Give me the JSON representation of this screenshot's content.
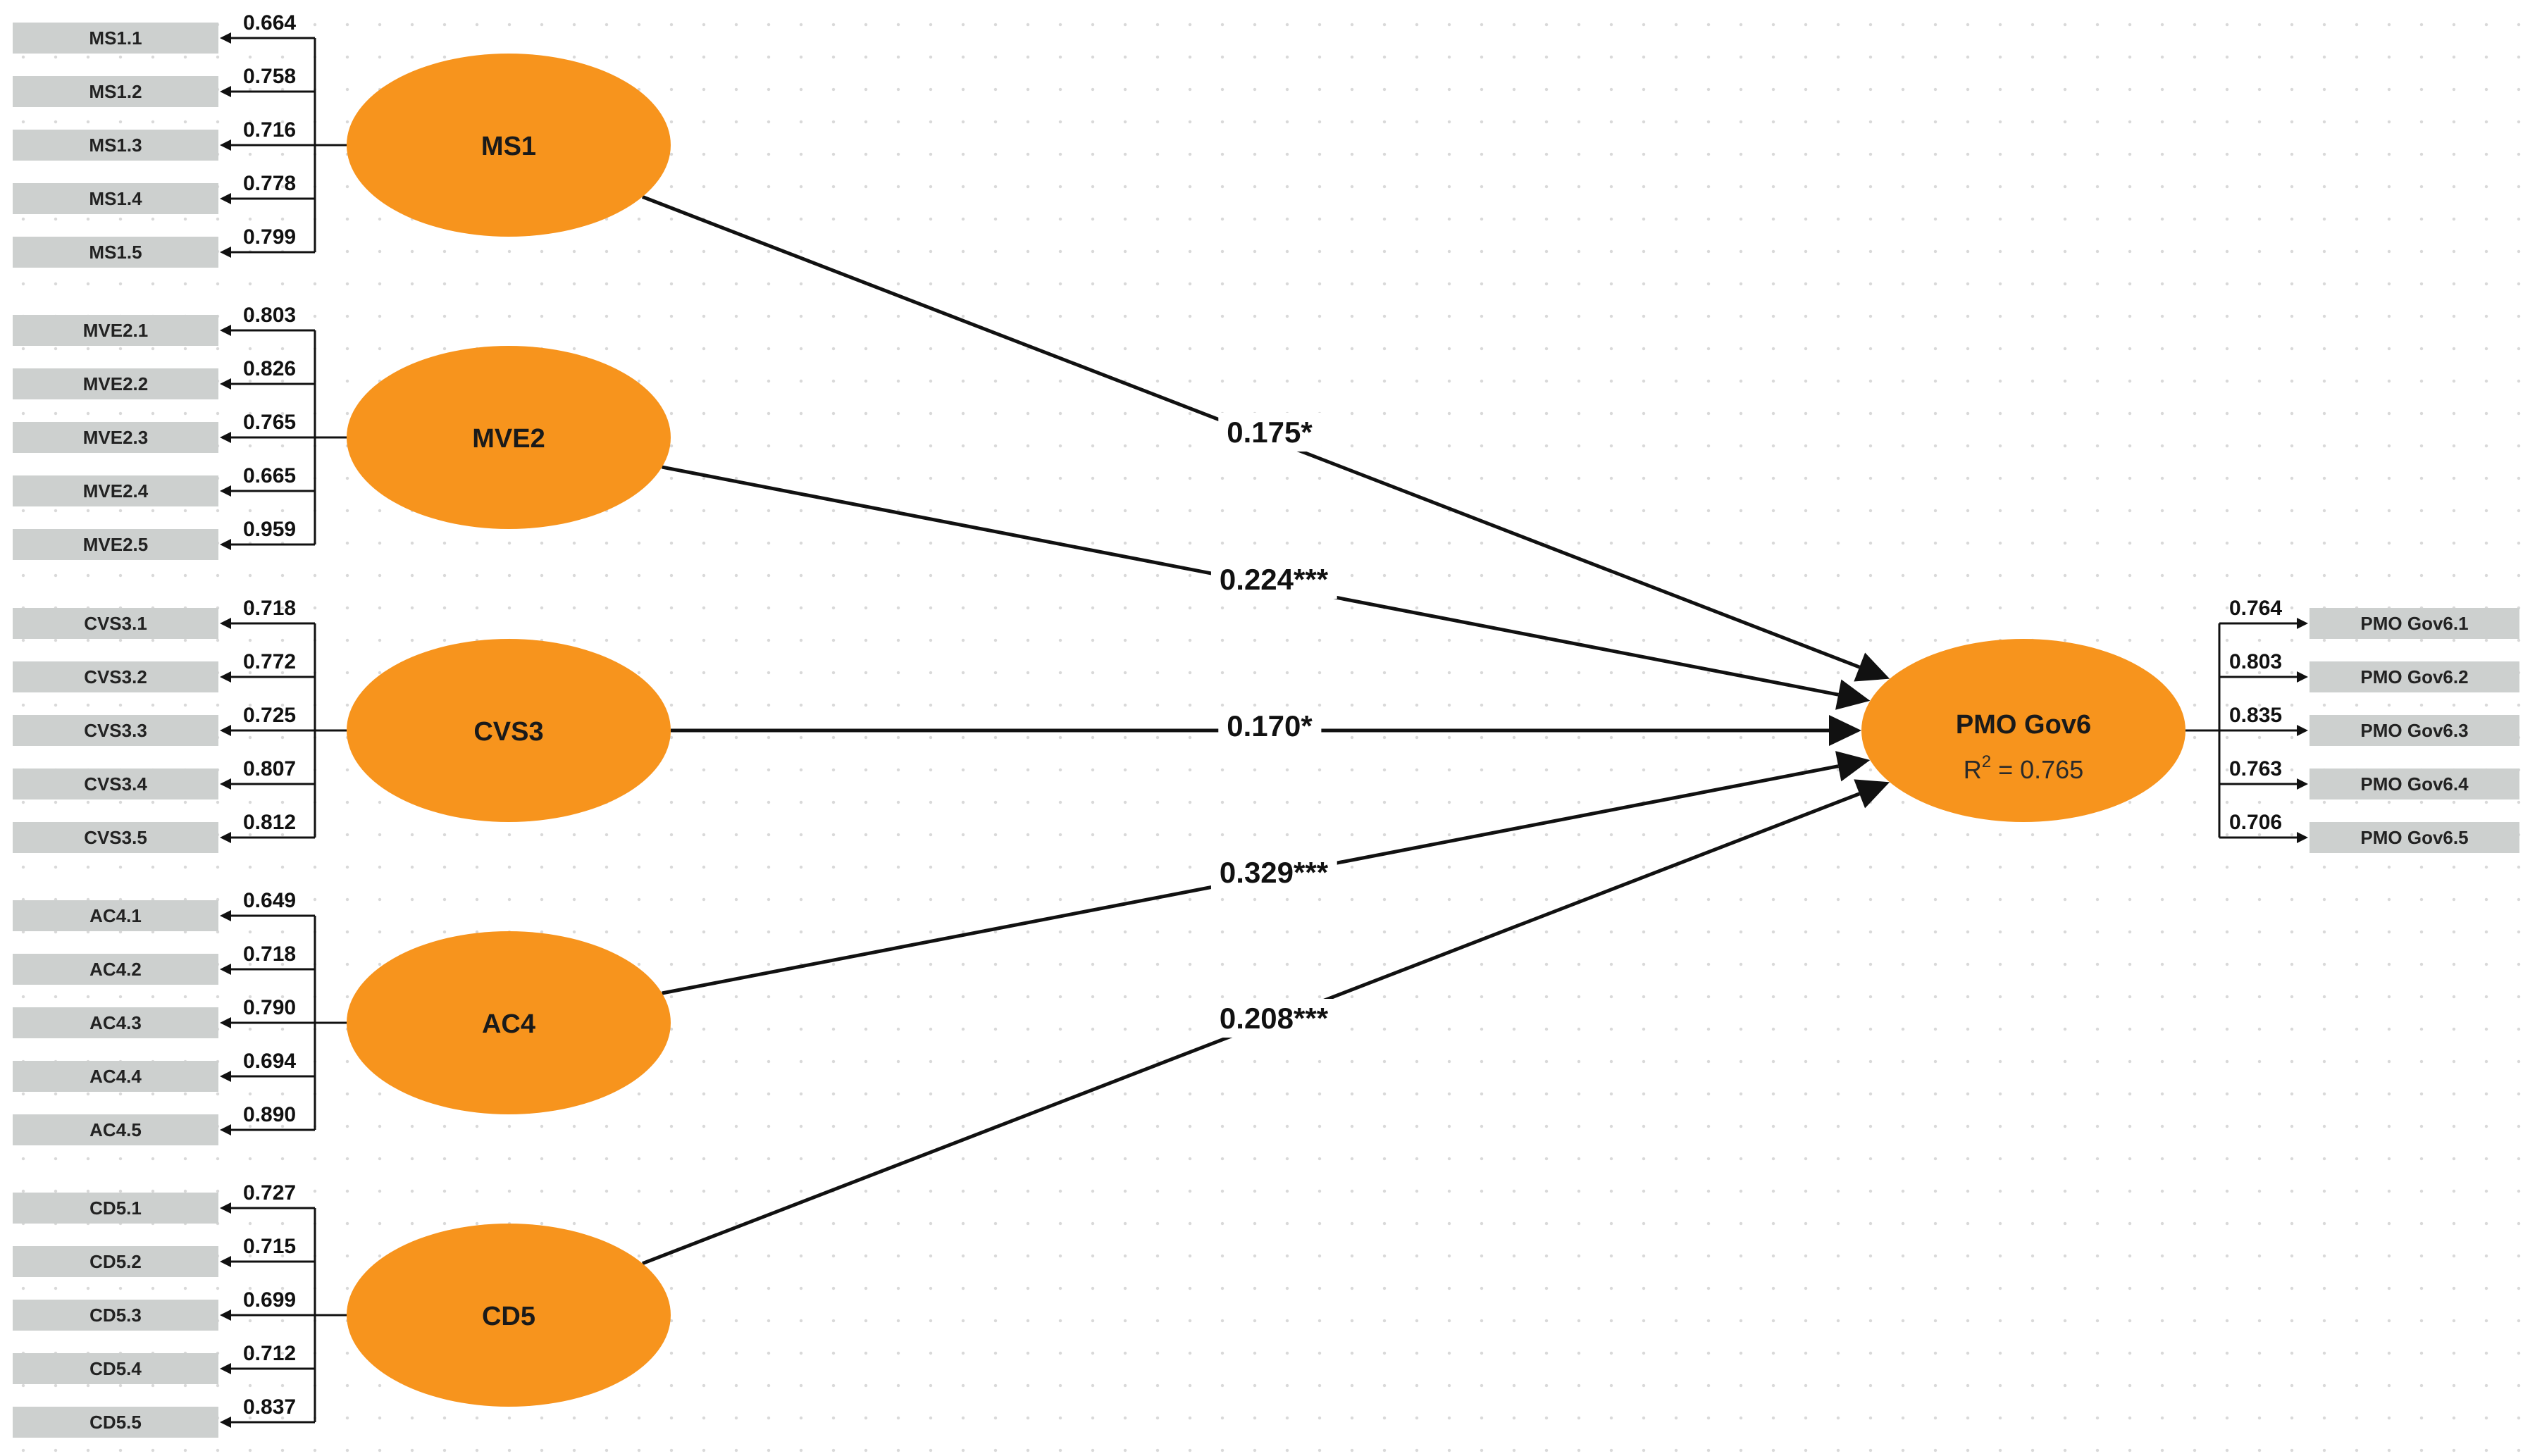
{
  "colors": {
    "construct_fill": "#f7941d",
    "indicator_fill": "#cdd0cf",
    "line": "#111111"
  },
  "exogenous": [
    {
      "name": "MS1",
      "indicators": [
        "MS1.1",
        "MS1.2",
        "MS1.3",
        "MS1.4",
        "MS1.5"
      ],
      "loadings": [
        "0.664",
        "0.758",
        "0.716",
        "0.778",
        "0.799"
      ],
      "path": "0.175*"
    },
    {
      "name": "MVE2",
      "indicators": [
        "MVE2.1",
        "MVE2.2",
        "MVE2.3",
        "MVE2.4",
        "MVE2.5"
      ],
      "loadings": [
        "0.803",
        "0.826",
        "0.765",
        "0.665",
        "0.959"
      ],
      "path": "0.224***"
    },
    {
      "name": "CVS3",
      "indicators": [
        "CVS3.1",
        "CVS3.2",
        "CVS3.3",
        "CVS3.4",
        "CVS3.5"
      ],
      "loadings": [
        "0.718",
        "0.772",
        "0.725",
        "0.807",
        "0.812"
      ],
      "path": "0.170*"
    },
    {
      "name": "AC4",
      "indicators": [
        "AC4.1",
        "AC4.2",
        "AC4.3",
        "AC4.4",
        "AC4.5"
      ],
      "loadings": [
        "0.649",
        "0.718",
        "0.790",
        "0.694",
        "0.890"
      ],
      "path": "0.329***"
    },
    {
      "name": "CD5",
      "indicators": [
        "CD5.1",
        "CD5.2",
        "CD5.3",
        "CD5.4",
        "CD5.5"
      ],
      "loadings": [
        "0.727",
        "0.715",
        "0.699",
        "0.712",
        "0.837"
      ],
      "path": "0.208***"
    }
  ],
  "endogenous": {
    "name": "PMO Gov6",
    "r2_label": "R",
    "r2_sup": "2",
    "r2_value": " = 0.765",
    "indicators": [
      "PMO Gov6.1",
      "PMO Gov6.2",
      "PMO Gov6.3",
      "PMO Gov6.4",
      "PMO Gov6.5"
    ],
    "loadings": [
      "0.764",
      "0.803",
      "0.835",
      "0.763",
      "0.706"
    ]
  }
}
